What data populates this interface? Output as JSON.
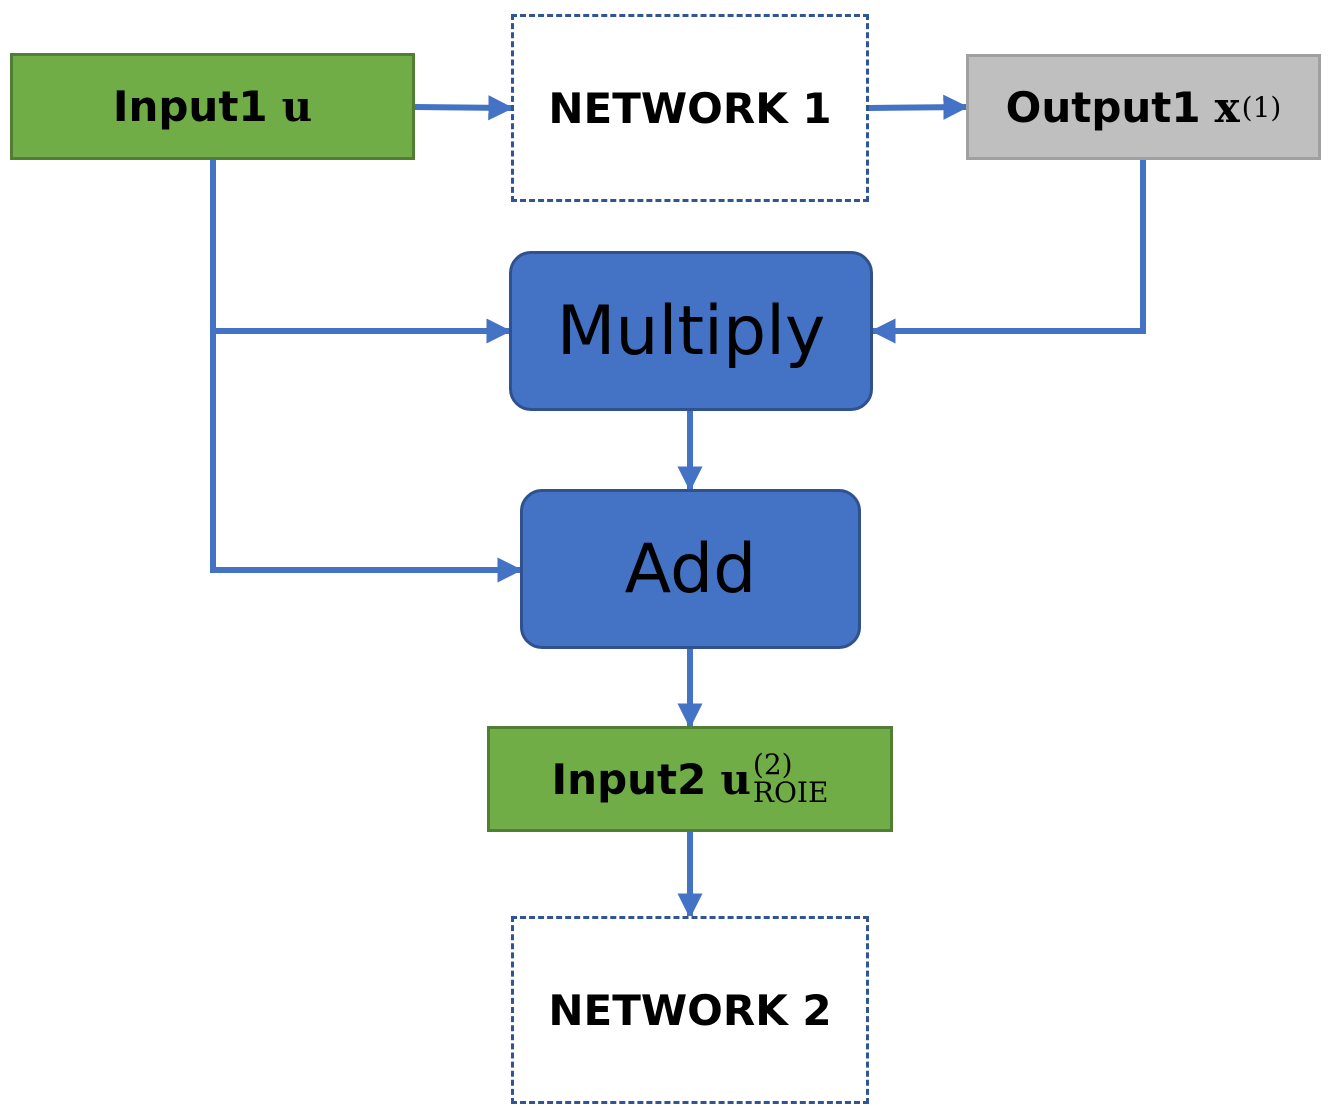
{
  "nodes": {
    "input1": {
      "label": "Input1",
      "symbol": "u"
    },
    "network1": {
      "label": "NETWORK 1"
    },
    "output1": {
      "label": "Output1",
      "symbol": "x",
      "superscript": "(1)"
    },
    "multiply": {
      "label": "Multiply"
    },
    "add": {
      "label": "Add"
    },
    "input2": {
      "label": "Input2",
      "symbol": "u",
      "superscript": "(2)",
      "subscript": "ROIE"
    },
    "network2": {
      "label": "NETWORK 2"
    }
  },
  "edges": [
    {
      "from": "input1",
      "to": "network1"
    },
    {
      "from": "network1",
      "to": "output1"
    },
    {
      "from": "input1",
      "to": "multiply"
    },
    {
      "from": "output1",
      "to": "multiply"
    },
    {
      "from": "input1",
      "to": "add"
    },
    {
      "from": "multiply",
      "to": "add"
    },
    {
      "from": "add",
      "to": "input2"
    },
    {
      "from": "input2",
      "to": "network2"
    }
  ],
  "colors": {
    "input_fill": "#70ad47",
    "input_border": "#507e32",
    "output_fill": "#bfbfbf",
    "output_border": "#a0a0a0",
    "operation_fill": "#4472c4",
    "operation_border": "#2f528f",
    "network_border": "#2f5597",
    "connector": "#4472c4"
  }
}
